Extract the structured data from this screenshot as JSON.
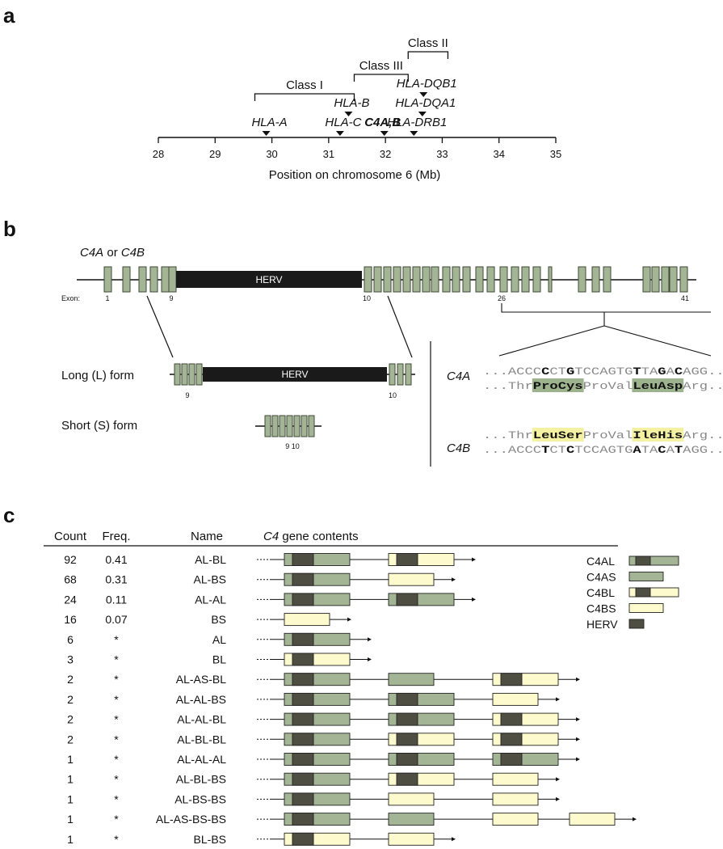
{
  "colors": {
    "green": "#a4b596",
    "green_stroke": "#3e4a36",
    "yellow": "#fdfacd",
    "herv": "#4f4e42",
    "black": "#111111",
    "gray_text": "#888888",
    "highlight_green": "#9db38e",
    "highlight_yellow": "#f5f1a3"
  },
  "panel_a": {
    "label": "a",
    "axis_label": "Position on chromosome 6 (Mb)",
    "ticks": [
      "28",
      "29",
      "30",
      "31",
      "32",
      "33",
      "34",
      "35"
    ],
    "classes": [
      {
        "name": "Class I",
        "start": 29.7,
        "end": 31.45,
        "level": 0
      },
      {
        "name": "Class III",
        "start": 31.45,
        "end": 32.4,
        "level": 1
      },
      {
        "name": "Class II",
        "start": 32.4,
        "end": 33.1,
        "level": 2
      }
    ],
    "genes": [
      {
        "name": "HLA-A",
        "pos": 29.9,
        "row": 0,
        "bold": false
      },
      {
        "name": "HLA-C",
        "pos": 31.2,
        "row": 0,
        "bold": false
      },
      {
        "name": "HLA-B",
        "pos": 31.35,
        "row": 1,
        "bold": false
      },
      {
        "name": "C4A,B",
        "pos": 31.98,
        "row": 0,
        "bold": true
      },
      {
        "name": "HLA-DRB1",
        "pos": 32.5,
        "row": 0,
        "bold": false
      },
      {
        "name": "HLA-DQA1",
        "pos": 32.65,
        "row": 1,
        "bold": false
      },
      {
        "name": "HLA-DQB1",
        "pos": 32.67,
        "row": 2,
        "bold": false
      }
    ]
  },
  "panel_b": {
    "label": "b",
    "title_a": "C4A",
    "title_or": " or ",
    "title_b": "C4B",
    "exon_prefix": "Exon:",
    "exon_numbers": [
      "1",
      "9",
      "10",
      "26",
      "41"
    ],
    "herv_label": "HERV",
    "long_label": "Long (L) form",
    "short_label": "Short (S) form",
    "long_exons": [
      "9",
      "10"
    ],
    "short_exons": "9 10",
    "c4a_label": "C4A",
    "c4b_label": "C4B",
    "seq_c4a_dna": [
      {
        "t": "...",
        "s": "dots"
      },
      {
        "t": "ACCC",
        "s": "n"
      },
      {
        "t": "C",
        "s": "b"
      },
      {
        "t": "CT",
        "s": "n"
      },
      {
        "t": "G",
        "s": "b"
      },
      {
        "t": "TCCAGTG",
        "s": "n"
      },
      {
        "t": "T",
        "s": "b"
      },
      {
        "t": "TA",
        "s": "n"
      },
      {
        "t": "G",
        "s": "b"
      },
      {
        "t": "A",
        "s": "n"
      },
      {
        "t": "C",
        "s": "b"
      },
      {
        "t": "AGG",
        "s": "n"
      },
      {
        "t": "...",
        "s": "dots"
      }
    ],
    "seq_c4a_aa": [
      {
        "t": "...",
        "s": "dots"
      },
      {
        "t": "Thr",
        "s": "n"
      },
      {
        "t": "ProCys",
        "s": "hg"
      },
      {
        "t": "ProVal",
        "s": "n"
      },
      {
        "t": "LeuAsp",
        "s": "hg"
      },
      {
        "t": "Arg",
        "s": "n"
      },
      {
        "t": "...",
        "s": "dots"
      }
    ],
    "seq_c4b_aa": [
      {
        "t": "...",
        "s": "dots"
      },
      {
        "t": "Thr",
        "s": "n"
      },
      {
        "t": "LeuSer",
        "s": "hy"
      },
      {
        "t": "ProVal",
        "s": "n"
      },
      {
        "t": "IleHis",
        "s": "hy"
      },
      {
        "t": "Arg",
        "s": "n"
      },
      {
        "t": "...",
        "s": "dots"
      }
    ],
    "seq_c4b_dna": [
      {
        "t": "...",
        "s": "dots"
      },
      {
        "t": "ACCC",
        "s": "n"
      },
      {
        "t": "T",
        "s": "b"
      },
      {
        "t": "CT",
        "s": "n"
      },
      {
        "t": "C",
        "s": "b"
      },
      {
        "t": "TCCAGTG",
        "s": "n"
      },
      {
        "t": "A",
        "s": "b"
      },
      {
        "t": "TA",
        "s": "n"
      },
      {
        "t": "C",
        "s": "b"
      },
      {
        "t": "A",
        "s": "n"
      },
      {
        "t": "T",
        "s": "b"
      },
      {
        "t": "AGG",
        "s": "n"
      },
      {
        "t": "...",
        "s": "dots"
      }
    ]
  },
  "panel_c": {
    "label": "c",
    "headers": {
      "count": "Count",
      "freq": "Freq.",
      "name": "Name",
      "contents_prefix": "C4",
      "contents_suffix": " gene contents"
    },
    "rows": [
      {
        "count": "92",
        "freq": "0.41",
        "name": "AL-BL",
        "genes": [
          "AL",
          "BL"
        ]
      },
      {
        "count": "68",
        "freq": "0.31",
        "name": "AL-BS",
        "genes": [
          "AL",
          "BS"
        ]
      },
      {
        "count": "24",
        "freq": "0.11",
        "name": "AL-AL",
        "genes": [
          "AL",
          "AL"
        ]
      },
      {
        "count": "16",
        "freq": "0.07",
        "name": "BS",
        "genes": [
          "BS"
        ]
      },
      {
        "count": "6",
        "freq": "*",
        "name": "AL",
        "genes": [
          "AL"
        ]
      },
      {
        "count": "3",
        "freq": "*",
        "name": "BL",
        "genes": [
          "BL"
        ]
      },
      {
        "count": "2",
        "freq": "*",
        "name": "AL-AS-BL",
        "genes": [
          "AL",
          "AS",
          "BL"
        ]
      },
      {
        "count": "2",
        "freq": "*",
        "name": "AL-AL-BS",
        "genes": [
          "AL",
          "AL",
          "BS"
        ]
      },
      {
        "count": "2",
        "freq": "*",
        "name": "AL-AL-BL",
        "genes": [
          "AL",
          "AL",
          "BL"
        ]
      },
      {
        "count": "2",
        "freq": "*",
        "name": "AL-BL-BL",
        "genes": [
          "AL",
          "BL",
          "BL"
        ]
      },
      {
        "count": "1",
        "freq": "*",
        "name": "AL-AL-AL",
        "genes": [
          "AL",
          "AL",
          "AL"
        ]
      },
      {
        "count": "1",
        "freq": "*",
        "name": "AL-BL-BS",
        "genes": [
          "AL",
          "BL",
          "BS"
        ]
      },
      {
        "count": "1",
        "freq": "*",
        "name": "AL-BS-BS",
        "genes": [
          "AL",
          "BS",
          "BS"
        ]
      },
      {
        "count": "1",
        "freq": "*",
        "name": "AL-AS-BS-BS",
        "genes": [
          "AL",
          "AS",
          "BS",
          "BS"
        ]
      },
      {
        "count": "1",
        "freq": "*",
        "name": "BL-BS",
        "genes": [
          "BL",
          "BS"
        ]
      }
    ],
    "legend": [
      {
        "label": "C4AL",
        "kind": "AL"
      },
      {
        "label": "C4AS",
        "kind": "AS"
      },
      {
        "label": "C4BL",
        "kind": "BL"
      },
      {
        "label": "C4BS",
        "kind": "BS"
      },
      {
        "label": "HERV",
        "kind": "HERV"
      }
    ]
  }
}
